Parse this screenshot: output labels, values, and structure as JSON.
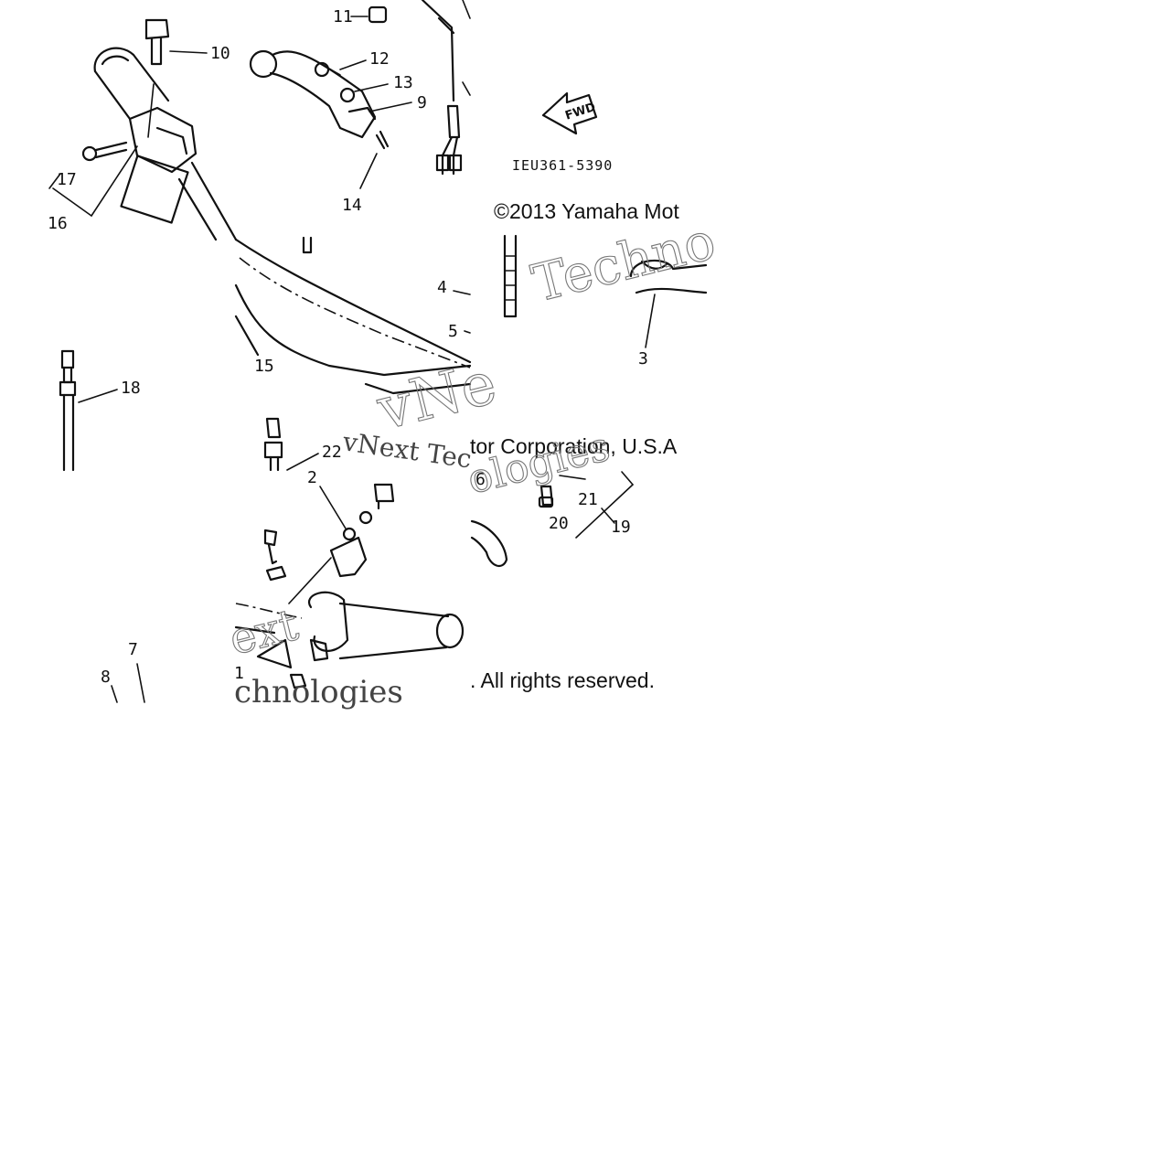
{
  "diagram": {
    "part_numbers": [
      "1",
      "2",
      "3",
      "4",
      "5",
      "6",
      "7",
      "8",
      "9",
      "10",
      "11",
      "12",
      "13",
      "14",
      "15",
      "16",
      "17",
      "18",
      "19",
      "20",
      "21",
      "22"
    ],
    "direction_label": "FWD",
    "drawing_code": "IEU361-5390",
    "copyright_line1": "©2013 Yamaha Mot",
    "copyright_line2": "tor Corporation, U.S.A",
    "copyright_line3": ". All rights reserved.",
    "watermark_1": "Techno",
    "watermark_2": "vNext Tec",
    "watermark_3": "vNe",
    "watermark_4": "ologies",
    "watermark_5": "chnologies",
    "watermark_6": "ext"
  }
}
